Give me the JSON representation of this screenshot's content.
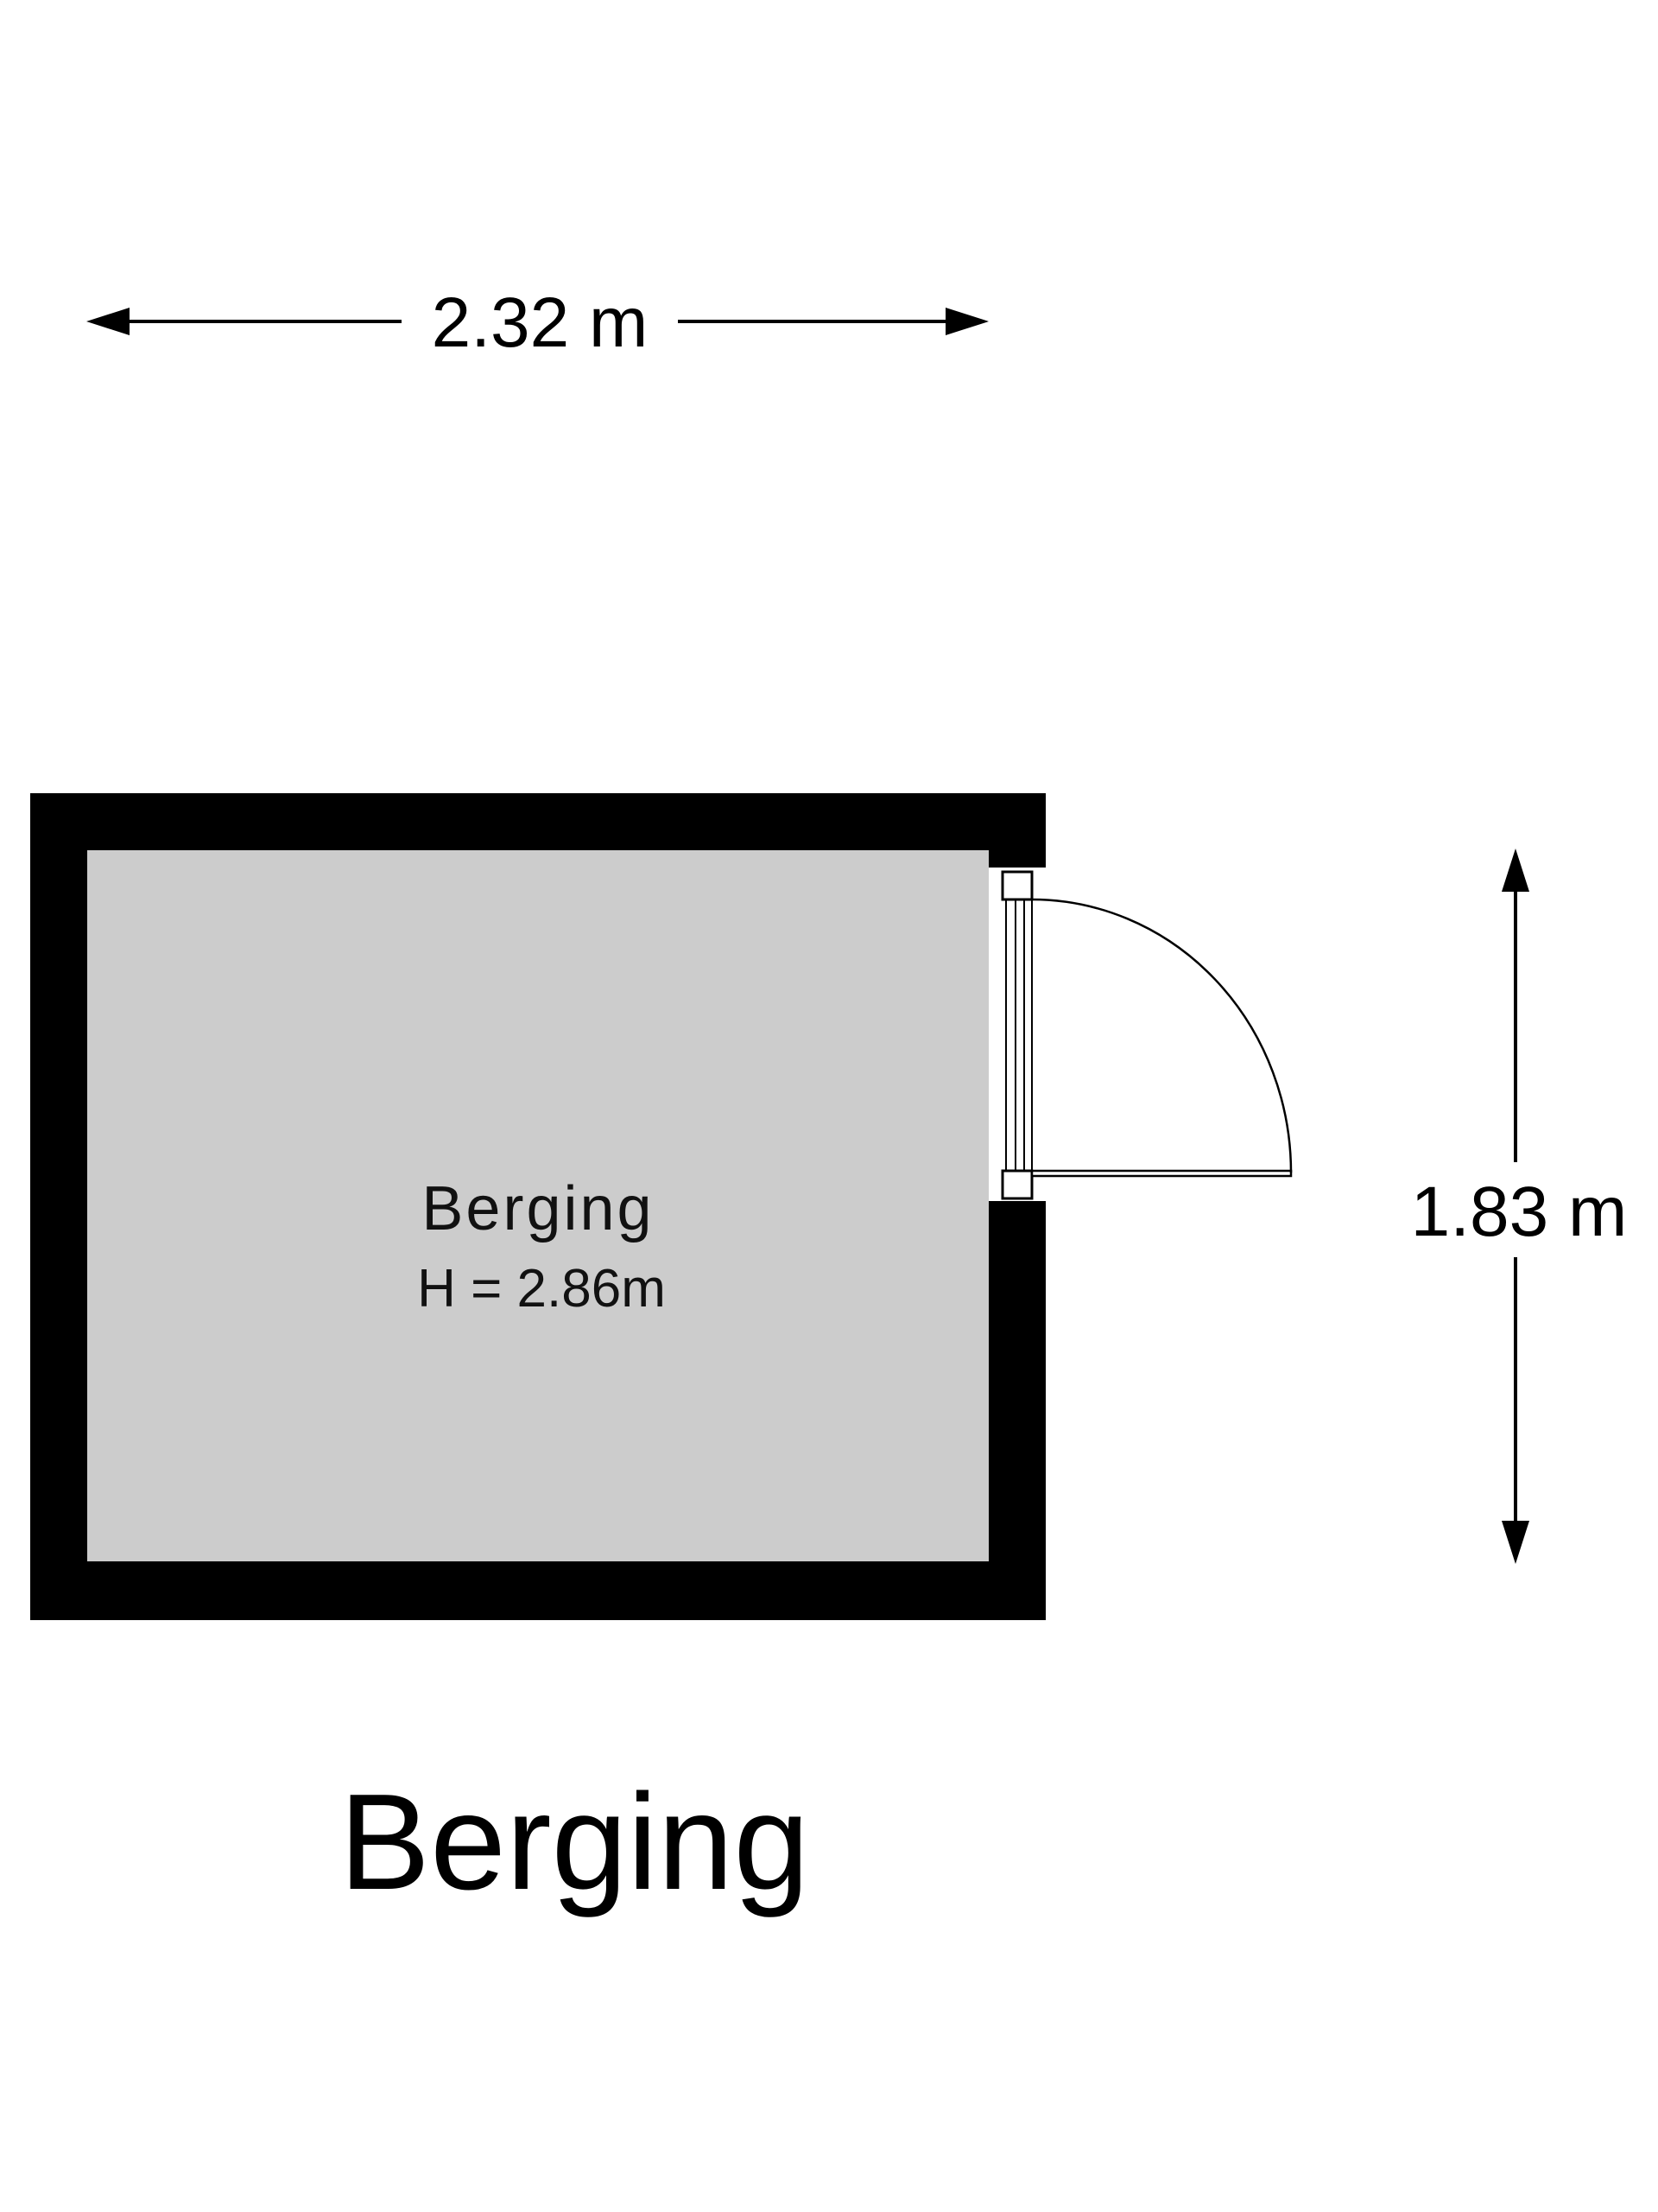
{
  "dimensions": {
    "width_label": "2.32 m",
    "depth_label": "1.83 m"
  },
  "room": {
    "name": "Berging",
    "height_label": "H = 2.86m"
  },
  "plan_title": "Berging",
  "colors": {
    "wall": "#000000",
    "floor": "#cccccc",
    "background": "#ffffff",
    "line": "#000000"
  },
  "icons": {
    "door": "door-swing-icon",
    "arrow": "dimension-arrow-icon"
  }
}
